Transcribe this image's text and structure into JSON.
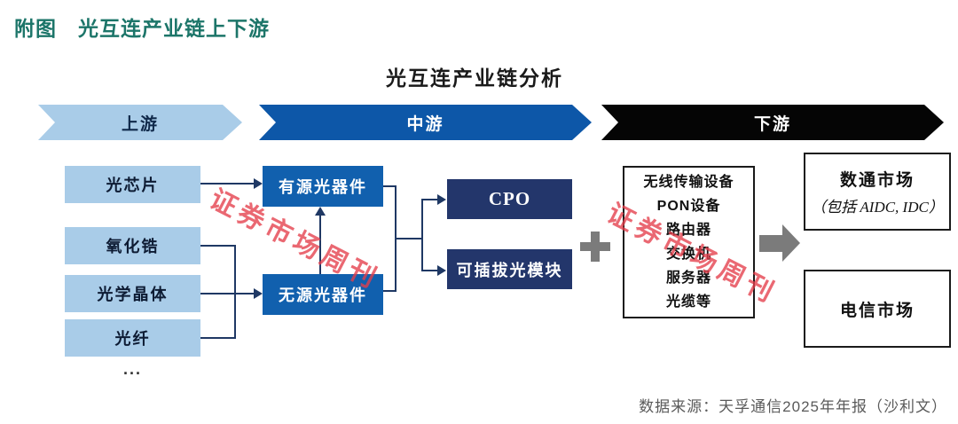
{
  "page": {
    "header": "附图　光互连产业链上下游",
    "chart_title": "光互连产业链分析",
    "source": "数据来源：天孚通信2025年年报（沙利文）",
    "watermark": "证券市场周刊"
  },
  "bands": {
    "upstream": "上游",
    "midstream": "中游",
    "downstream": "下游"
  },
  "upstream": {
    "items": [
      "光芯片",
      "氧化锆",
      "光学晶体",
      "光纤"
    ],
    "more": "..."
  },
  "midstream": {
    "active_devices": "有源光器件",
    "passive_devices": "无源光器件",
    "cpo": "CPO",
    "pluggable_module": "可插拔光模块"
  },
  "downstream": {
    "equipment_list": [
      "无线传输设备",
      "PON设备",
      "路由器",
      "交换机",
      "服务器",
      "光缆等"
    ],
    "datacom_market_title": "数通市场",
    "datacom_market_sub": "（包括 AIDC, IDC）",
    "telecom_market_title": "电信市场"
  },
  "colors": {
    "header_teal": "#1c7569",
    "upstream_light_blue": "#a9cce8",
    "midstream_blue": "#0d57a8",
    "device_box_blue": "#1160ae",
    "navy_box": "#23366b",
    "downstream_black": "#050505",
    "connector_navy": "#1f3864",
    "gray_symbol": "#7b7b7b",
    "watermark_red": "#e43e4a",
    "source_gray": "#5a5a5a"
  }
}
